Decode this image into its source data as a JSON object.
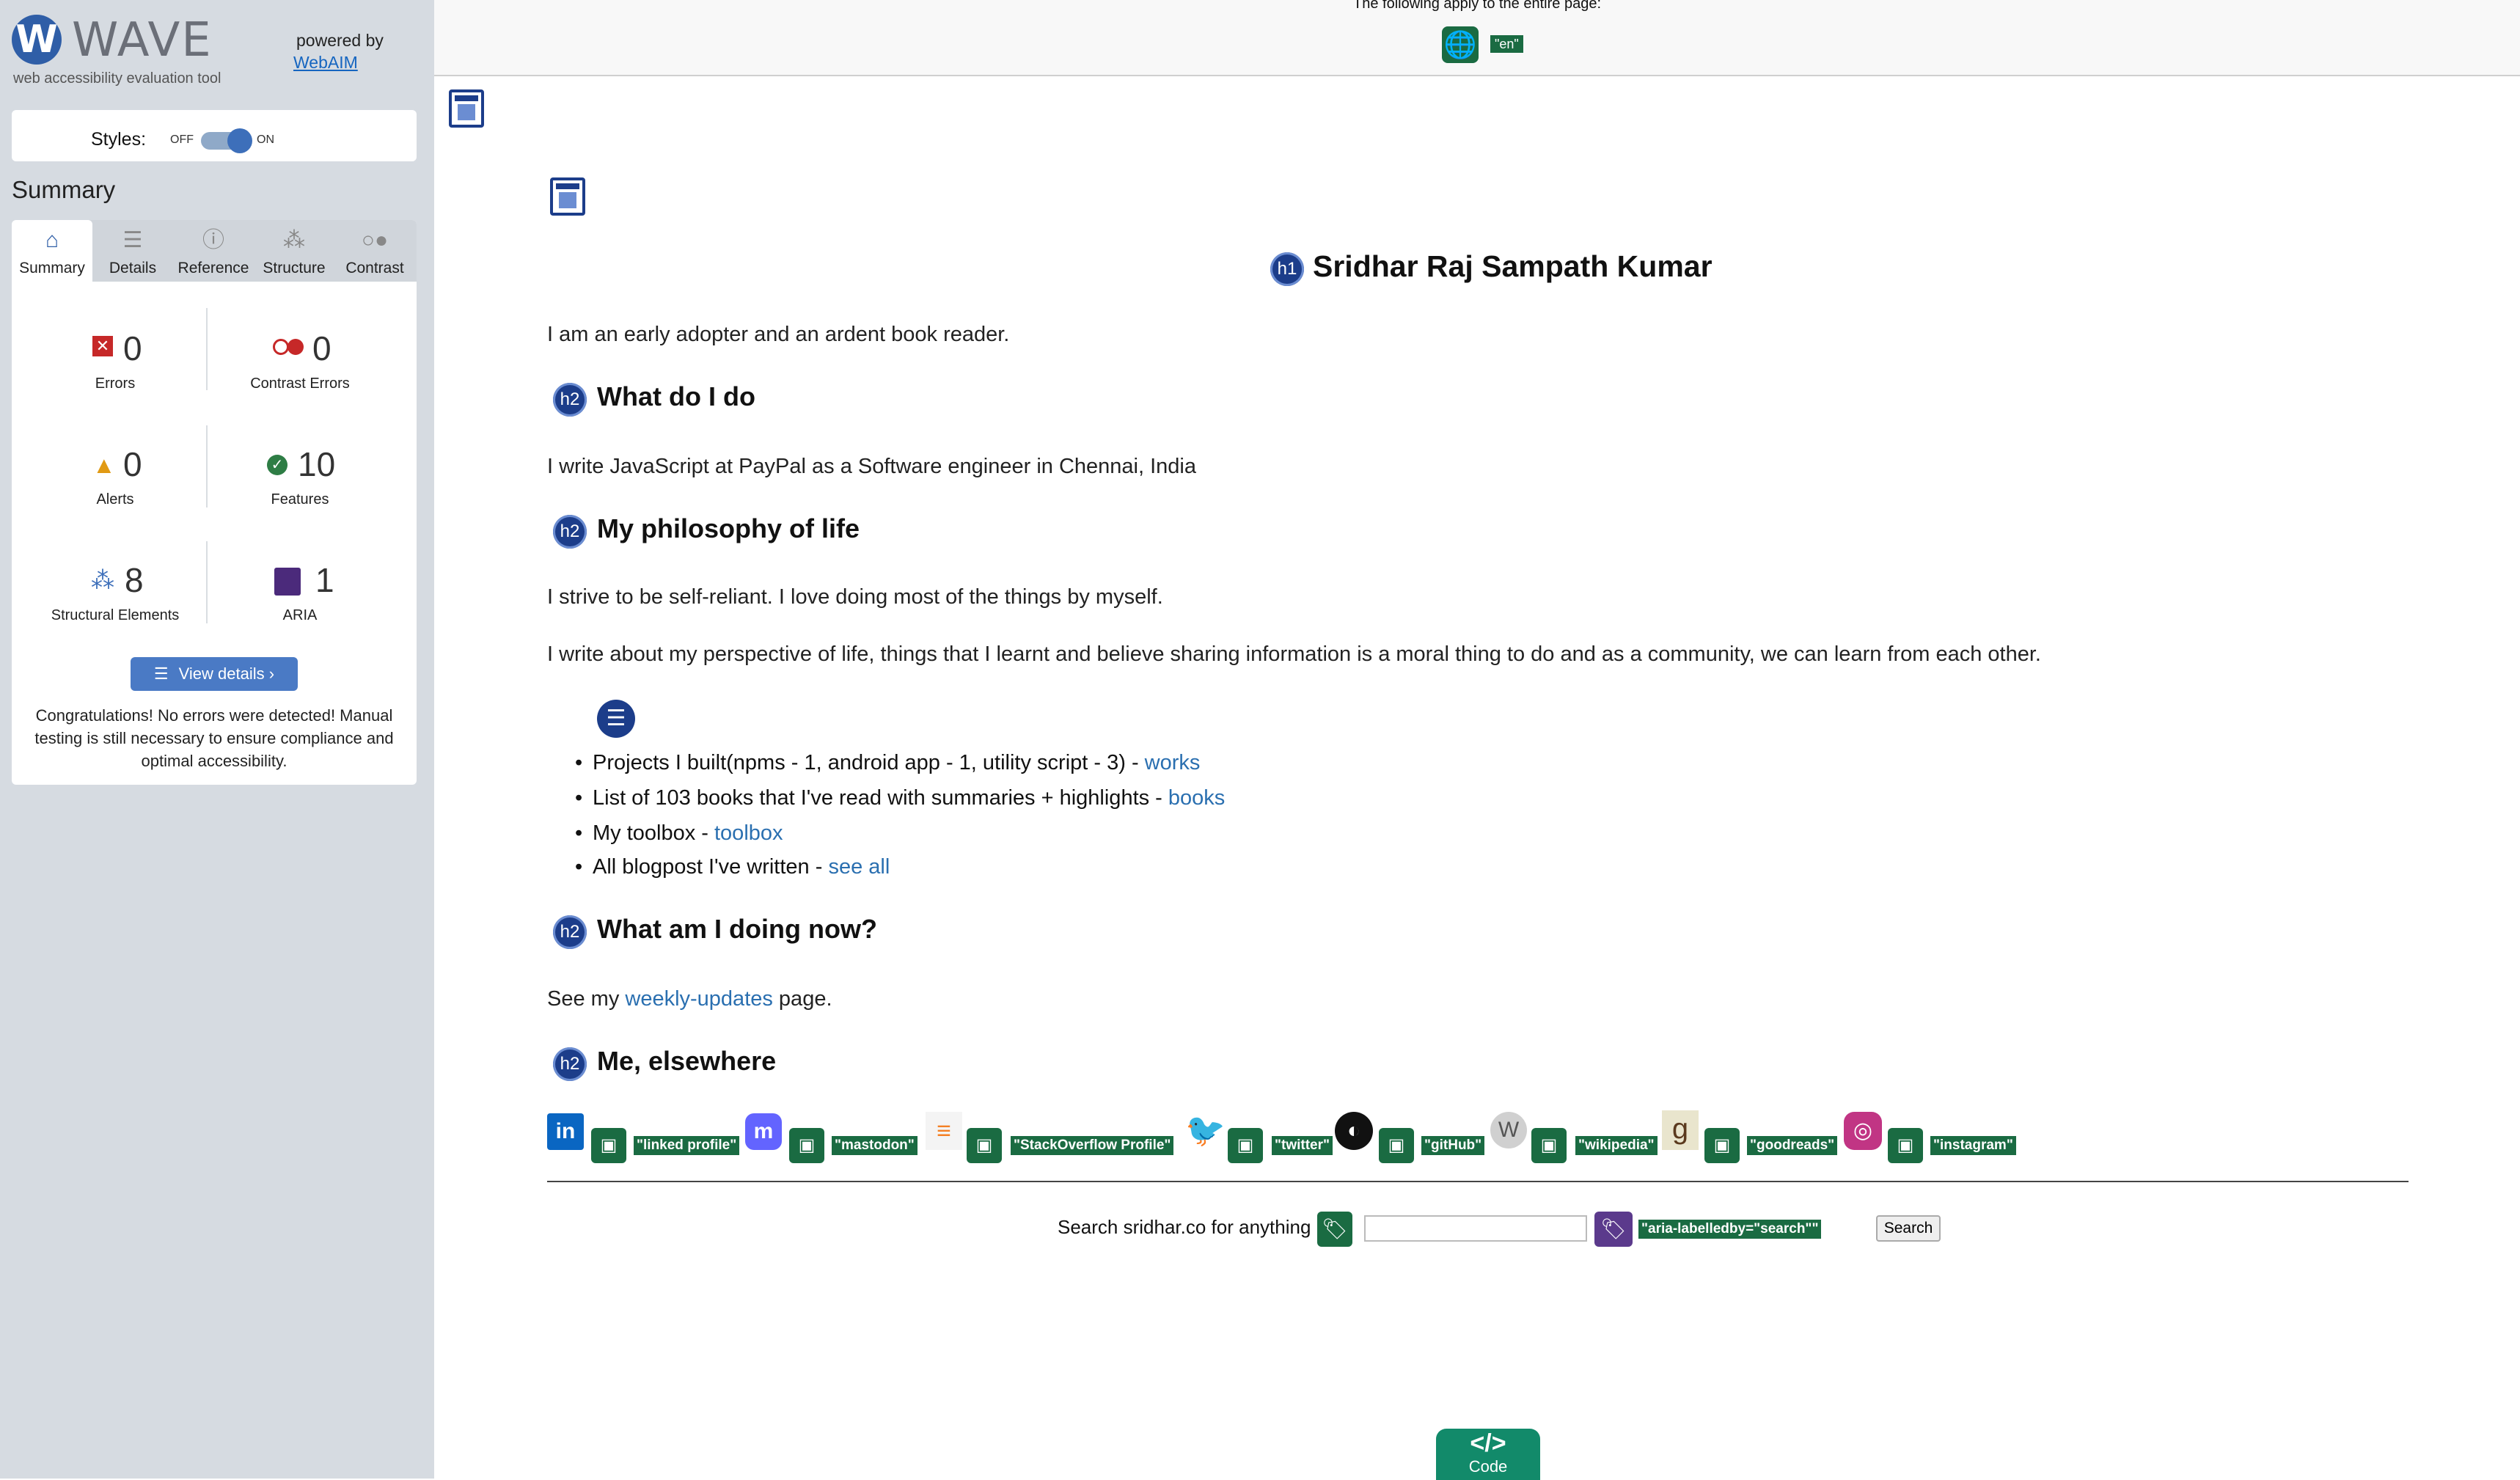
{
  "sidebar": {
    "logo_letter": "W",
    "logo_text": "WAVE",
    "tagline": "web accessibility evaluation tool",
    "powered_by": "powered by",
    "webaim": "WebAIM",
    "styles_label": "Styles:",
    "styles_off": "OFF",
    "styles_on": "ON",
    "summary_heading": "Summary",
    "tabs": [
      {
        "label": "Summary",
        "icon": "home-icon"
      },
      {
        "label": "Details",
        "icon": "list-icon"
      },
      {
        "label": "Reference",
        "icon": "info-icon"
      },
      {
        "label": "Structure",
        "icon": "structure-icon"
      },
      {
        "label": "Contrast",
        "icon": "contrast-icon"
      }
    ],
    "stats": {
      "errors": {
        "count": "0",
        "label": "Errors"
      },
      "contrast_errors": {
        "count": "0",
        "label": "Contrast Errors"
      },
      "alerts": {
        "count": "0",
        "label": "Alerts"
      },
      "features": {
        "count": "10",
        "label": "Features"
      },
      "structural": {
        "count": "8",
        "label": "Structural Elements"
      },
      "aria": {
        "count": "1",
        "label": "ARIA"
      }
    },
    "view_details": "View details ›",
    "congrats": "Congratulations! No errors were detected! Manual testing is still necessary to ensure compliance and optimal accessibility."
  },
  "banner": {
    "text": "The following apply to the entire page:",
    "lang_tag": "\"en\""
  },
  "page": {
    "h1": "Sridhar Raj Sampath Kumar",
    "intro": "I am an early adopter and an ardent book reader.",
    "h2_what": "What do I do",
    "what_text": "I write JavaScript at PayPal as a Software engineer in Chennai, India",
    "h2_philosophy": "My philosophy of life",
    "philosophy_1": "I strive to be self-reliant. I love doing most of the things by myself.",
    "philosophy_2": "I write about my perspective of life, things that I learnt and believe sharing information is a moral thing to do and as a community, we can learn from each other.",
    "list": [
      {
        "text": "Projects I built(npms - 1, android app - 1, utility script - 3) - ",
        "link": "works"
      },
      {
        "text": "List of 103 books that I've read with summaries + highlights - ",
        "link": "books"
      },
      {
        "text": "My toolbox - ",
        "link": "toolbox"
      },
      {
        "text": "All blogpost I've written - ",
        "link": "see all"
      }
    ],
    "h2_now": "What am I doing now?",
    "now_pre": "See my ",
    "now_link": "weekly-updates",
    "now_post": " page.",
    "h2_elsewhere": "Me, elsewhere",
    "social": [
      {
        "icon": "linkedin-icon",
        "alt": "\"linked profile\""
      },
      {
        "icon": "mastodon-icon",
        "alt": "\"mastodon\""
      },
      {
        "icon": "stackoverflow-icon",
        "alt": "\"StackOverflow Profile\""
      },
      {
        "icon": "twitter-icon",
        "alt": "\"twitter\""
      },
      {
        "icon": "github-icon",
        "alt": "\"gitHub\""
      },
      {
        "icon": "wikipedia-icon",
        "alt": "\"wikipedia\""
      },
      {
        "icon": "goodreads-icon",
        "alt": "\"goodreads\""
      },
      {
        "icon": "instagram-icon",
        "alt": "\"instagram\""
      }
    ],
    "search_label": "Search sridhar.co for anything",
    "search_value": "",
    "aria_tag": "\"aria-labelledby=\"search\"\"",
    "search_button": "Search",
    "code_label": "Code"
  }
}
